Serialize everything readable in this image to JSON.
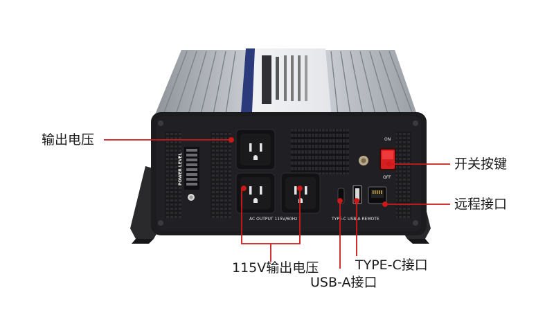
{
  "callouts": {
    "output_voltage": "输出电压",
    "power_switch": "开关按键",
    "remote_port": "远程接口",
    "output_115v": "115V输出电压",
    "type_c_port": "TYPE-C接口",
    "usb_a_port": "USB-A接口"
  },
  "panel_labels": {
    "power_level": "POWER LEVEL",
    "ac_output": "AC OUTPUT 115V/60Hz",
    "ports": "TYPE-C USB-A REMOTE",
    "switch_on": "ON",
    "switch_off": "OFF"
  },
  "colors": {
    "callout_line": "#d01818",
    "housing": "#b8bcc2",
    "panel": "#1c1c1e",
    "switch": "#d42020",
    "label_plate": "#2a3a7a"
  }
}
